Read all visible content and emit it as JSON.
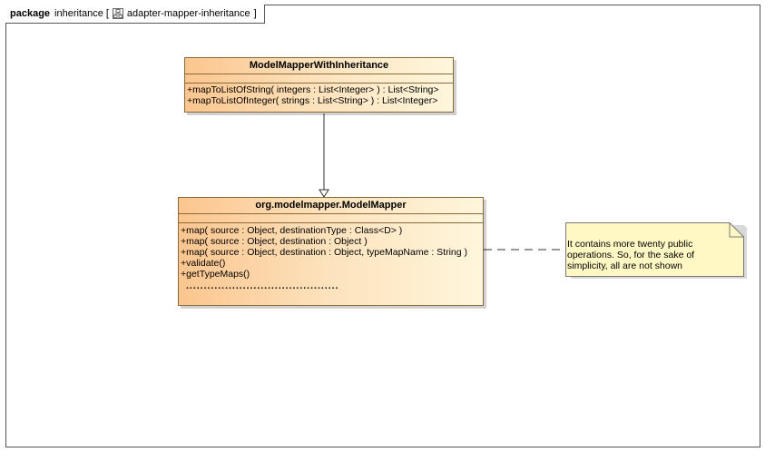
{
  "frame": {
    "keyword": "package",
    "name": "inheritance",
    "bracket_open": "[",
    "diagram_name": "adapter-mapper-inheritance",
    "bracket_close": "]"
  },
  "classes": {
    "child": {
      "name": "ModelMapperWithInheritance",
      "operations": [
        "+mapToListOfString( integers : List<Integer> ) : List<String>",
        "+mapToListOfInteger( strings : List<String> ) : List<Integer>"
      ]
    },
    "parent": {
      "name": "org.modelmapper.ModelMapper",
      "operations": [
        "+map( source : Object, destinationType : Class<D> )",
        "+map( source : Object, destination : Object )",
        "+map( source : Object, destination : Object, typeMapName : String )",
        "+validate()",
        "+getTypeMaps()"
      ],
      "ellipsis": "..........................................."
    }
  },
  "note": {
    "text": "It contains more twenty public operations. So, for the sake of simplicity, all are not shown"
  },
  "colors": {
    "class_gradient_start": "#fbc58e",
    "class_gradient_end": "#fff6dc",
    "note_fill": "#fff8c4",
    "border": "#8a6a3a"
  },
  "icons": {
    "diagram": "class-diagram-icon"
  }
}
